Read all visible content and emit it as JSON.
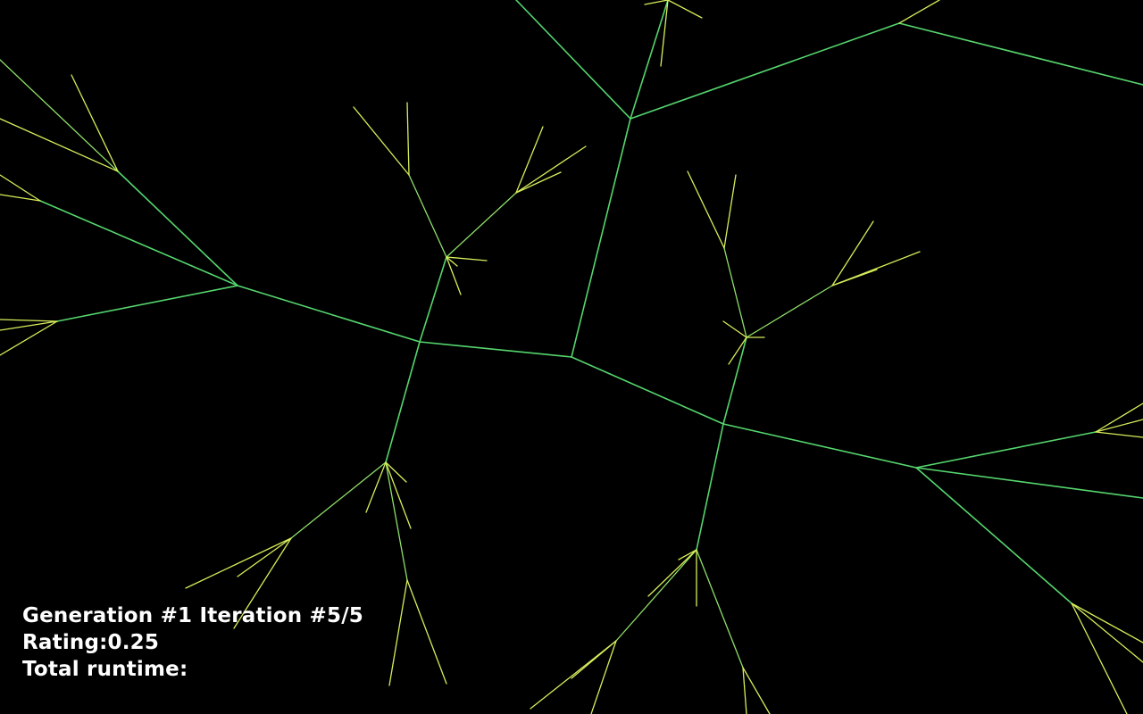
{
  "hud": {
    "generation_label": "Generation #1 Iteration #5/5",
    "rating_label": "Rating:0.25",
    "runtime_label": "Total runtime:"
  },
  "colors": {
    "background": "#000000",
    "trunk": "#55d66e",
    "mid_branch": "#8fe06a",
    "twig": "#d8ee5a",
    "hud_text": "#ffffff"
  }
}
